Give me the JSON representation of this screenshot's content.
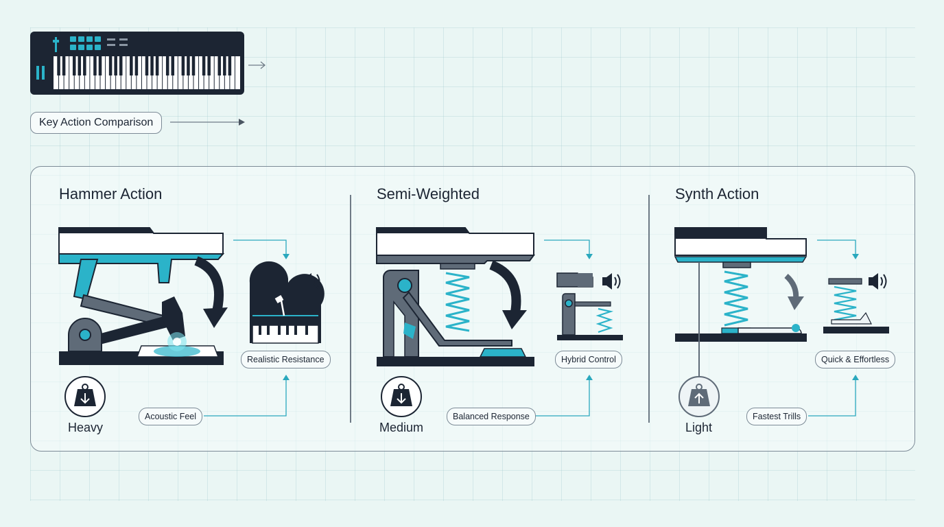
{
  "header": {
    "title": "Key Action Comparison"
  },
  "columns": [
    {
      "title": "Hammer Action",
      "weight": "Heavy",
      "bottom_pill": "Acoustic Feel",
      "right_pill": "Realistic Resistance"
    },
    {
      "title": "Semi-Weighted",
      "weight": "Medium",
      "bottom_pill": "Balanced Response",
      "right_pill": "Hybrid Control"
    },
    {
      "title": "Synth Action",
      "weight": "Light",
      "bottom_pill": "Fastest Trills",
      "right_pill": "Quick & Effortless"
    }
  ],
  "icons": {
    "keyboard": "midi-keyboard-icon",
    "grand_piano": "grand-piano-icon",
    "speaker": "speaker-icon",
    "weight_down": "weight-down-icon",
    "weight_up": "weight-up-icon"
  },
  "colors": {
    "dark": "#1c2533",
    "accent": "#2bb3c9",
    "gray": "#5f6b78",
    "line": "#2aa8bd"
  }
}
